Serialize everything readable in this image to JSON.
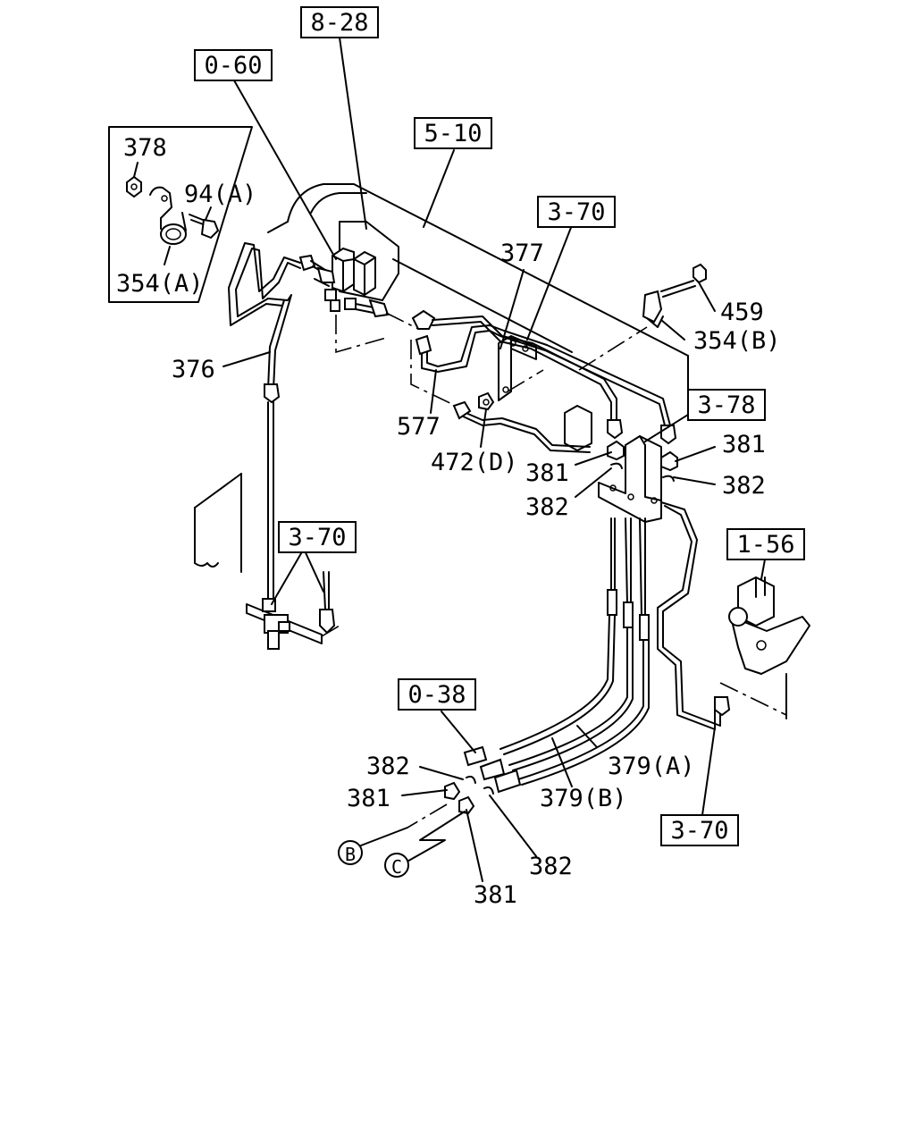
{
  "ref_boxes": {
    "r828": "8-28",
    "r060": "0-60",
    "r510": "5-10",
    "r370a": "3-70",
    "r378": "3-78",
    "r370b": "3-70",
    "r156": "1-56",
    "r038": "0-38",
    "r370c": "3-70"
  },
  "part_labels": {
    "p378": "378",
    "p94a": "94(A)",
    "p354a": "354(A)",
    "p376": "376",
    "p377": "377",
    "p459": "459",
    "p354b": "354(B)",
    "p577": "577",
    "p472d": "472(D)",
    "p381a": "381",
    "p382a": "382",
    "p381b": "381",
    "p382b": "382",
    "p382c": "382",
    "p381c": "381",
    "p379b": "379(B)",
    "p379a": "379(A)",
    "p382d": "382",
    "p381d": "381"
  },
  "circle_labels": {
    "cb": "B",
    "cc": "C"
  }
}
